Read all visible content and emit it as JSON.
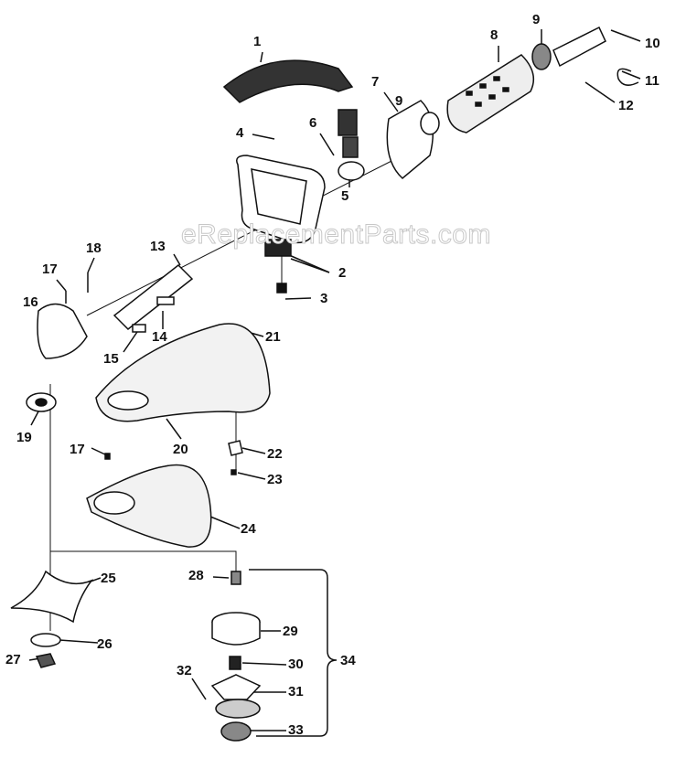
{
  "watermark": "eReplacementParts.com",
  "callouts": [
    "1",
    "2",
    "3",
    "4",
    "5",
    "6",
    "7",
    "8",
    "9",
    "9",
    "10",
    "11",
    "12",
    "13",
    "14",
    "15",
    "16",
    "17",
    "17",
    "18",
    "19",
    "20",
    "21",
    "22",
    "23",
    "24",
    "25",
    "26",
    "27",
    "28",
    "29",
    "30",
    "31",
    "32",
    "33",
    "34"
  ]
}
